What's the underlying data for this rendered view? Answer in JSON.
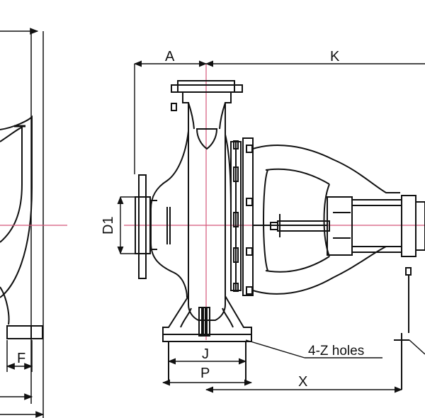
{
  "drawing": {
    "labels": {
      "A": "A",
      "K": "K",
      "D1": "D1",
      "F": "F",
      "J": "J",
      "P": "P",
      "X": "X",
      "holes_note": "4-Z holes"
    },
    "colors": {
      "line": "#111111",
      "centerline": "#d4587a",
      "background": "#ffffff"
    }
  }
}
